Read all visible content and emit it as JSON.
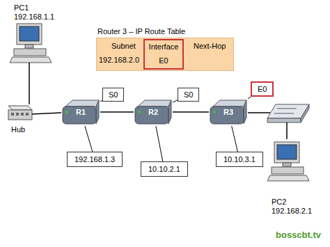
{
  "diagram": {
    "nodes": [
      {
        "text": [
          "Router 3 – IP Route Table"
        ]
      },
      {
        "text": [
          "Interface",
          "E0"
        ],
        "in": 0
      },
      {
        "text": [
          "R1"
        ]
      },
      {
        "text": [
          "S0"
        ]
      },
      {
        "text": [
          "R2"
        ]
      },
      {
        "text": [
          "S0"
        ]
      },
      {
        "text": [
          "R3"
        ]
      },
      {
        "text": [
          "E0"
        ]
      },
      {
        "text": [
          "192.168.1.3"
        ]
      },
      {
        "text": [
          "10.10.2.1"
        ]
      },
      {
        "text": [
          "10.10.3.1"
        ]
      }
    ],
    "edges": [
      {
        "from": 2,
        "to": 4,
        "arrow": "none"
      },
      {
        "from": 4,
        "to": 6,
        "arrow": "none"
      },
      {
        "from": 2,
        "to": 3,
        "arrow": "none"
      },
      {
        "from": 4,
        "to": 5,
        "arrow": "none"
      },
      {
        "from": 6,
        "to": 7,
        "arrow": "none"
      },
      {
        "from": 8,
        "to": 2,
        "arrow": "none"
      },
      {
        "from": 9,
        "to": 4,
        "arrow": "none"
      },
      {
        "from": 10,
        "to": 6,
        "arrow": "none"
      }
    ],
    "labels": [
      "PC1",
      "192.168.1.1",
      "Hub",
      "Subnet",
      "Next-Hop",
      "192.168.2.0",
      "PC2",
      "192.168.2.1",
      "bosscbt.tv"
    ]
  }
}
